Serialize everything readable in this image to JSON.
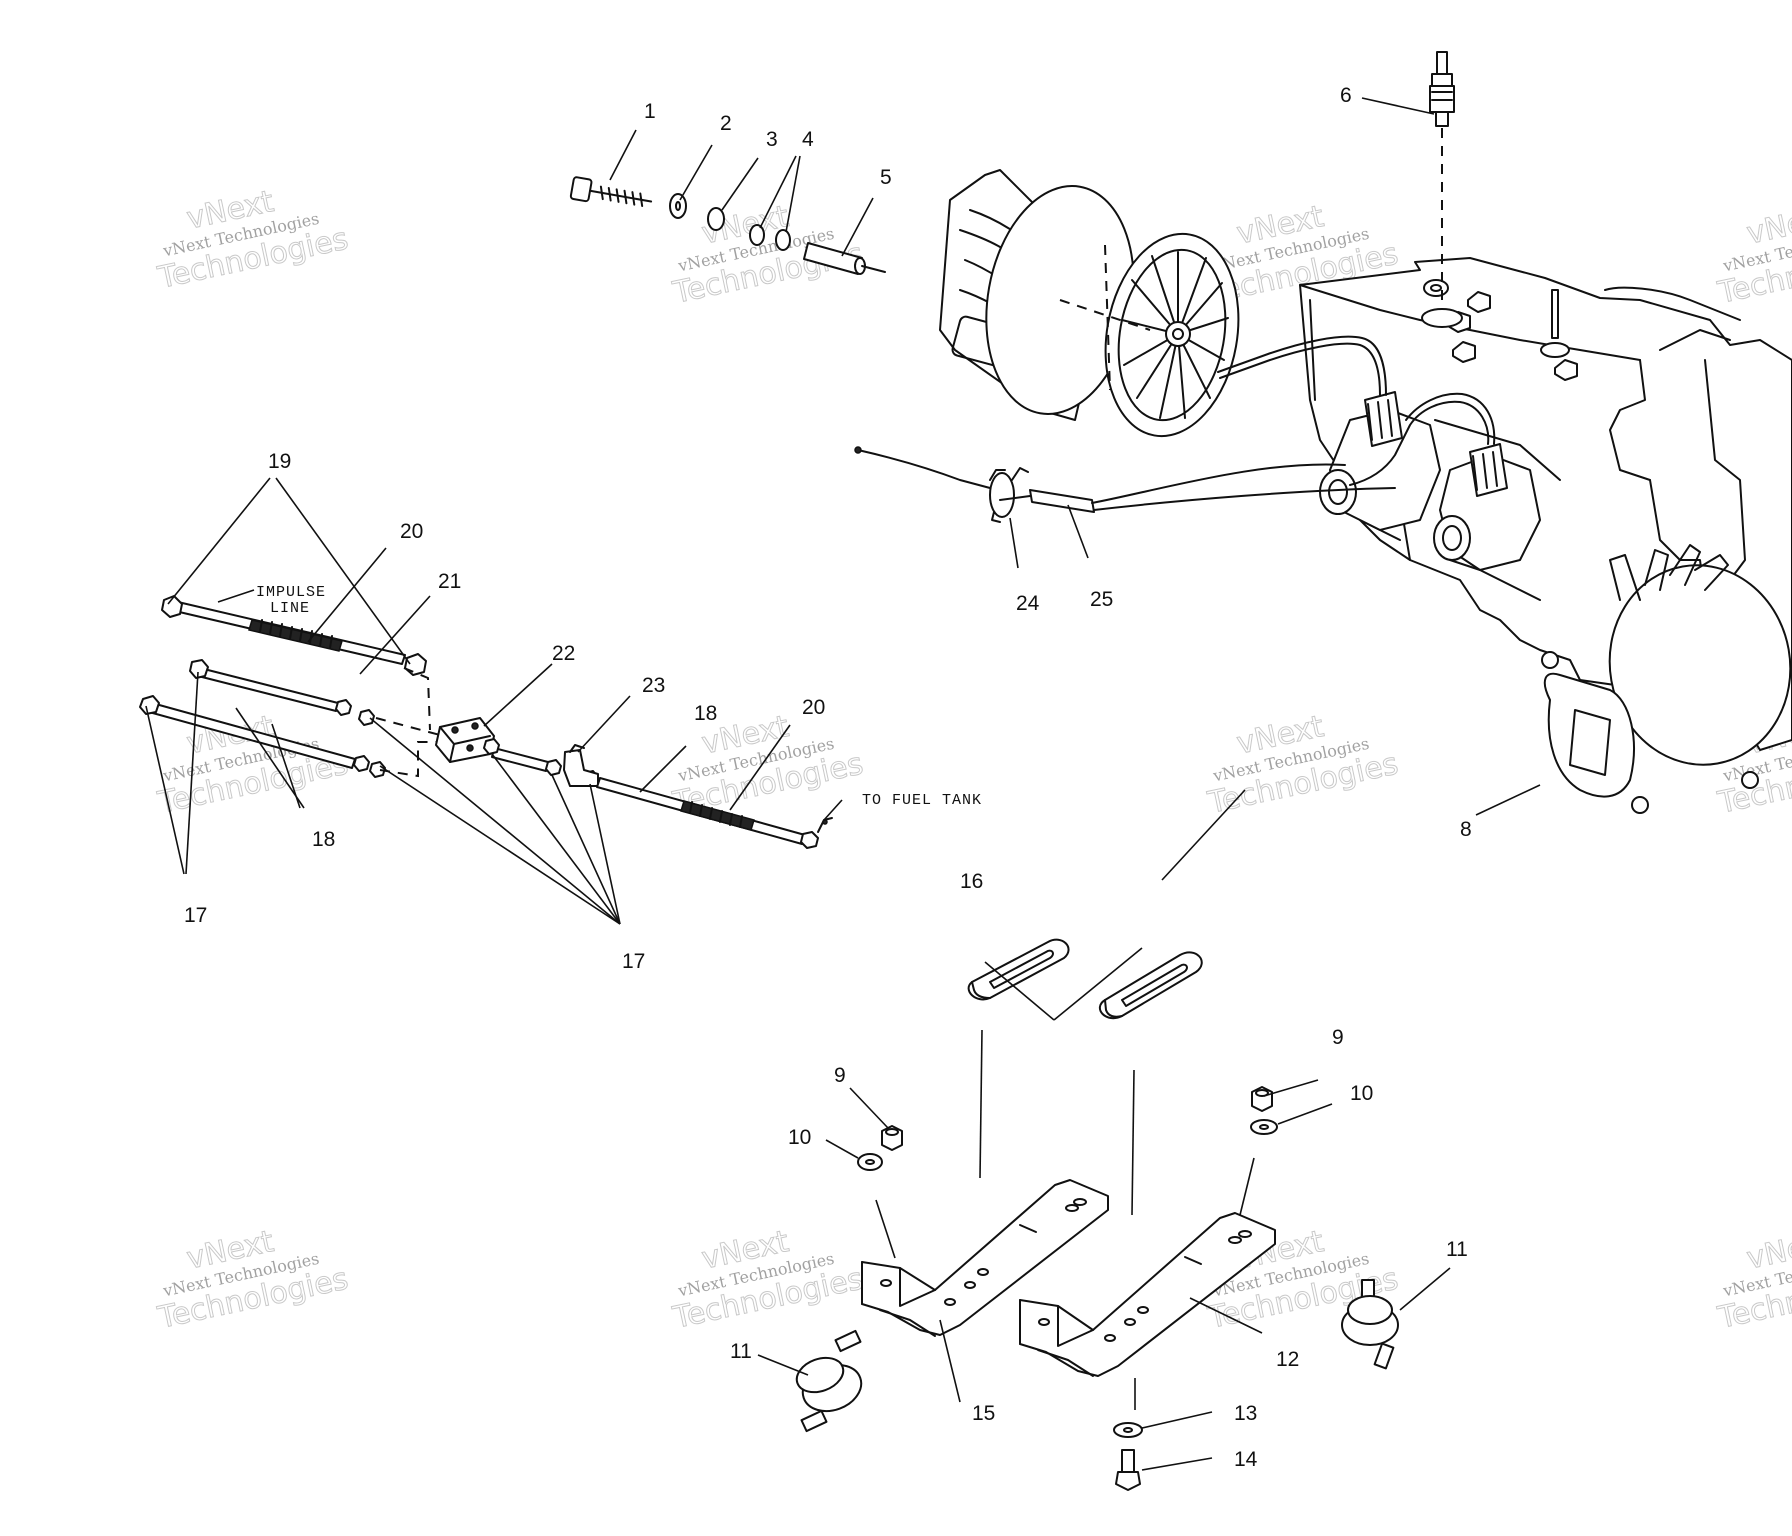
{
  "callouts": {
    "c1": "1",
    "c2": "2",
    "c3": "3",
    "c4": "4",
    "c5": "5",
    "c6": "6",
    "c8": "8",
    "c9a": "9",
    "c9b": "9",
    "c10a": "10",
    "c10b": "10",
    "c11a": "11",
    "c11b": "11",
    "c12": "12",
    "c13": "13",
    "c14": "14",
    "c15": "15",
    "c16": "16",
    "c17a": "17",
    "c17b": "17",
    "c18a": "18",
    "c18b": "18",
    "c19": "19",
    "c20a": "20",
    "c20b": "20",
    "c21": "21",
    "c22": "22",
    "c23": "23",
    "c24": "24",
    "c25": "25"
  },
  "labels": {
    "impulse_line_1": "IMPULSE",
    "impulse_line_2": "LINE",
    "to_fuel_tank": "TO FUEL TANK"
  },
  "watermark": {
    "line1": "vNext",
    "line2": "vNext Technologies",
    "line3": "Technologies"
  }
}
